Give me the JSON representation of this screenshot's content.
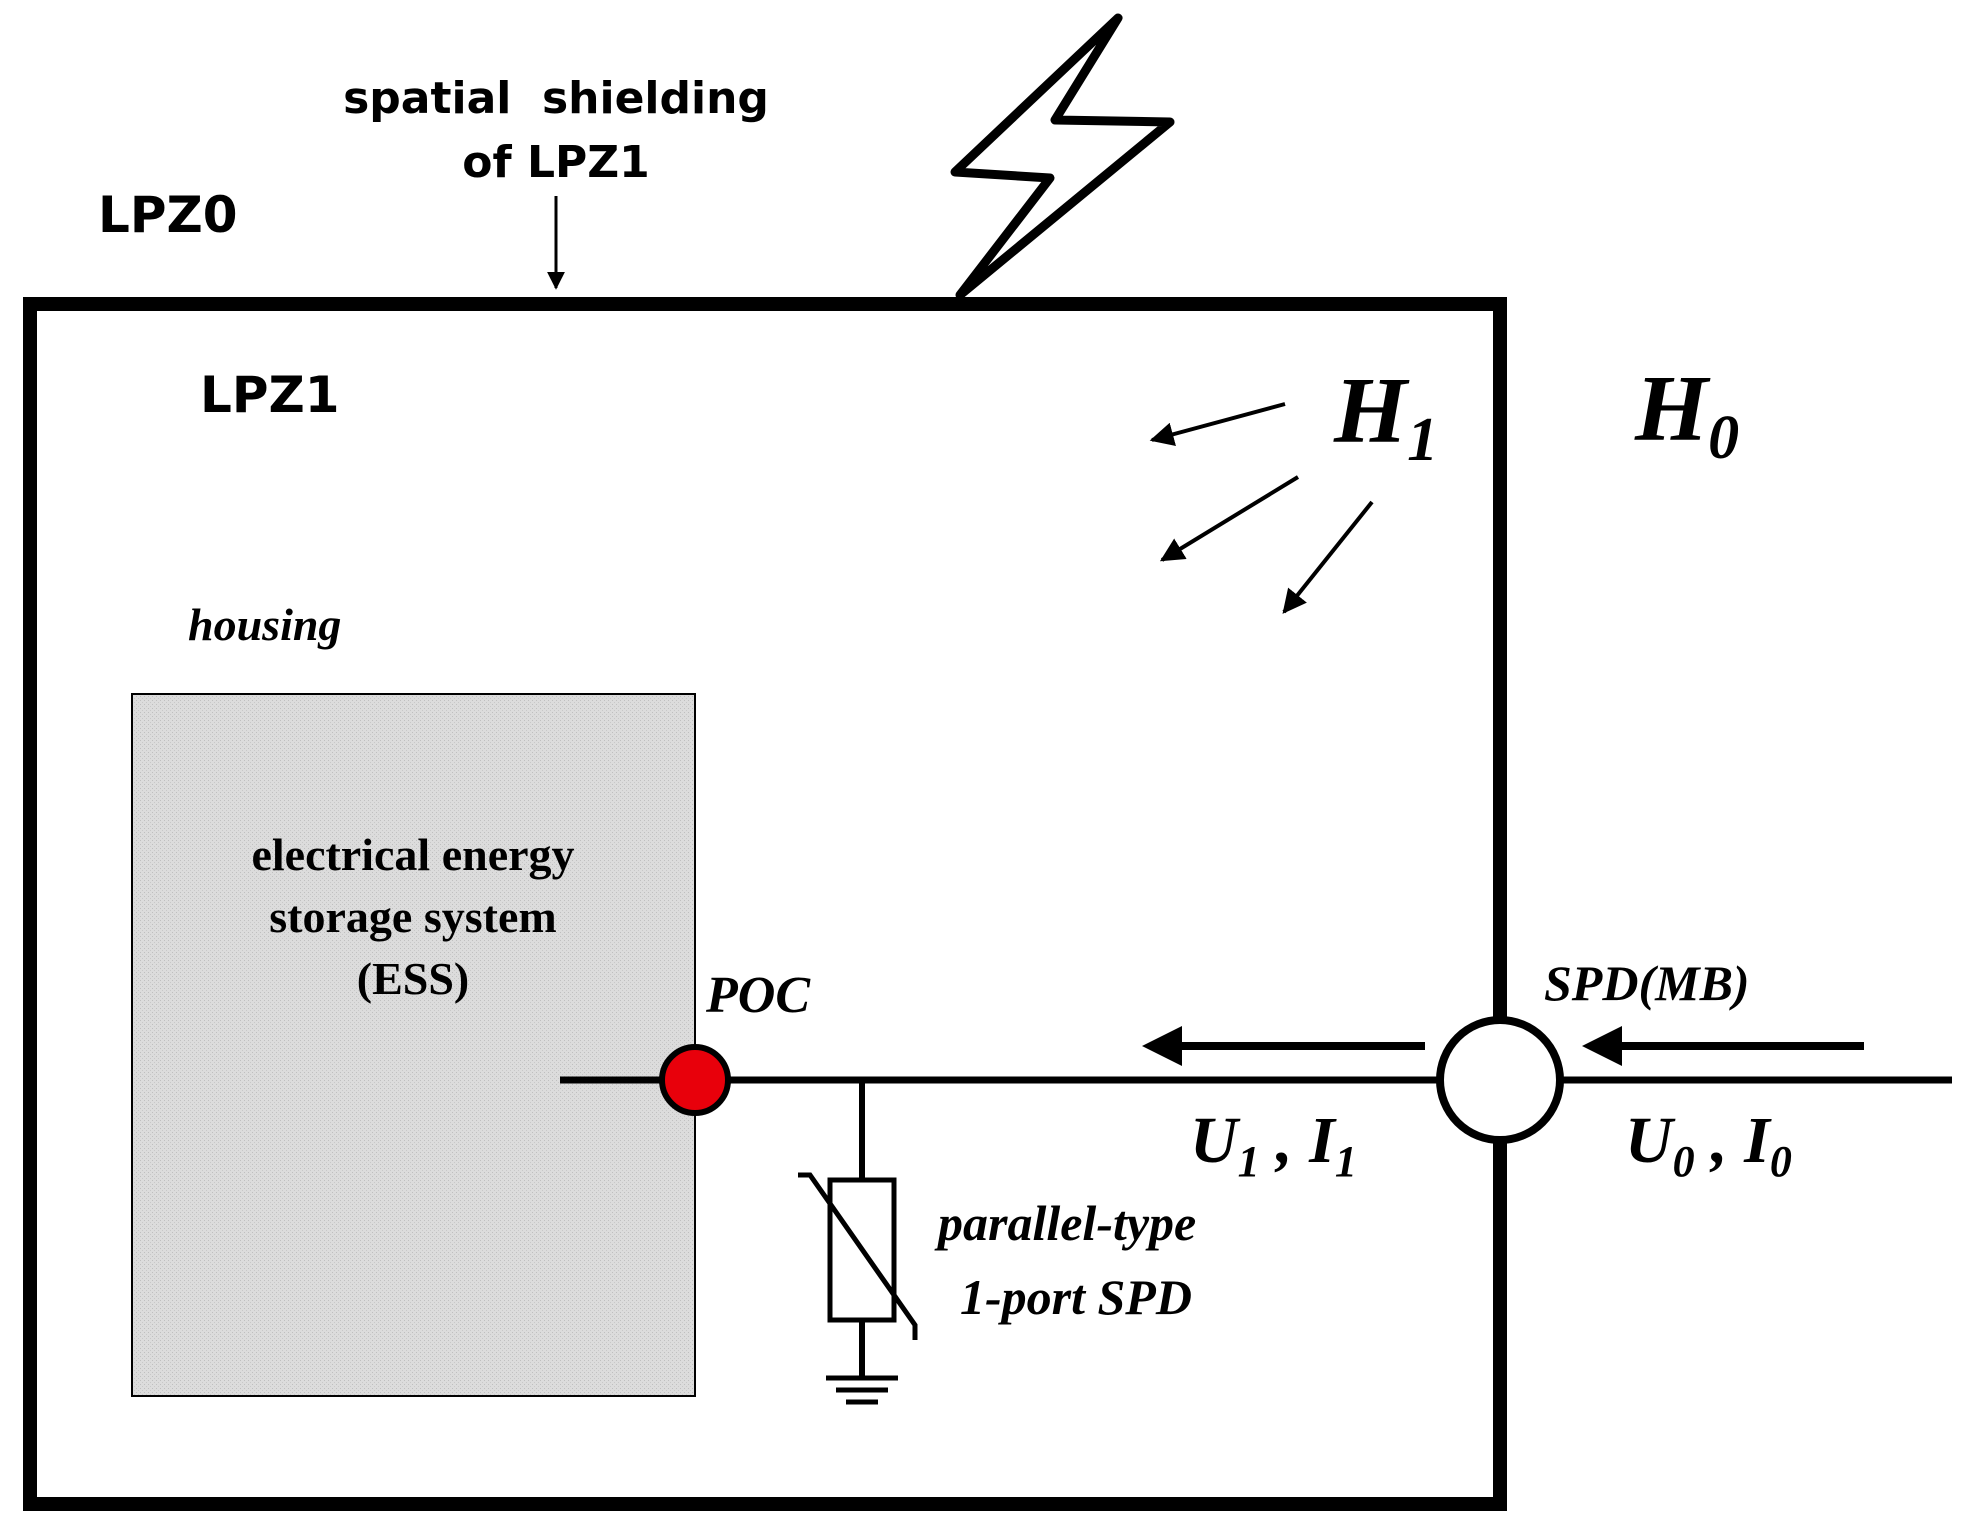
{
  "labels": {
    "lpz0": "LPZ0",
    "lpz1": "LPZ1",
    "shielding_line1": "spatial  shielding",
    "shielding_line2": "of LPZ1",
    "housing": "housing",
    "ess_line1": "electrical energy",
    "ess_line2": "storage system",
    "ess_line3": "(ESS)",
    "poc": "POC",
    "spd_mb": "SPD(MB)",
    "spd_parallel_line1": "parallel-type",
    "spd_parallel_line2": "1-port SPD"
  },
  "symbols": {
    "h1_main": "H",
    "h1_sub": "1",
    "h0_main": "H",
    "h0_sub": "0",
    "u1_main": "U",
    "u1_sub": "1",
    "i1_sep": " , ",
    "i1_main": "I",
    "i1_sub": "1",
    "u0_main": "U",
    "u0_sub": "0",
    "i0_sep": " , ",
    "i0_main": "I",
    "i0_sub": "0"
  },
  "colors": {
    "poc_fill": "#e8000b",
    "housing_fill": "#d9d9d9",
    "line": "#000000"
  },
  "icons": {
    "lightning": "lightning-bolt-icon",
    "ground": "ground-icon",
    "varistor": "varistor-icon"
  }
}
